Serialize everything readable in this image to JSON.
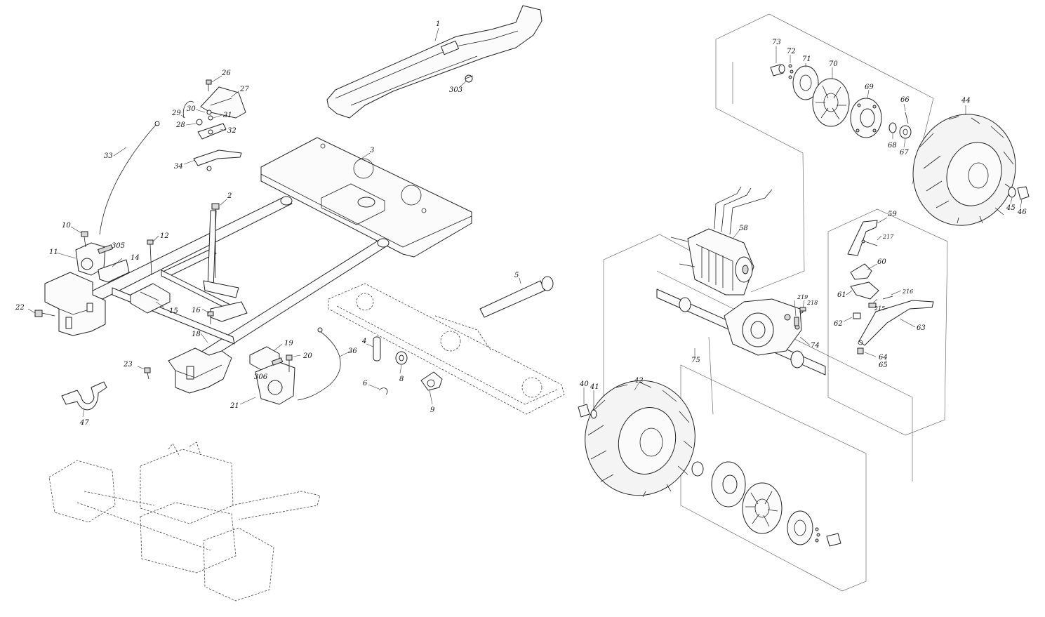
{
  "callouts": {
    "c1": "1",
    "c2": "2",
    "c3": "3",
    "c4": "4",
    "c5": "5",
    "c6": "6",
    "c8": "8",
    "c9": "9",
    "c10": "10",
    "c11": "11",
    "c12": "12",
    "c14": "14",
    "c15": "15",
    "c16": "16",
    "c18": "18",
    "c19": "19",
    "c20": "20",
    "c21": "21",
    "c22": "22",
    "c23": "23",
    "c26": "26",
    "c27": "27",
    "c28": "28",
    "c29": "29",
    "c30": "30",
    "c31": "31",
    "c32": "32",
    "c33": "33",
    "c34": "34",
    "c36": "36",
    "c40": "40",
    "c41": "41",
    "c42": "42",
    "c44": "44",
    "c45": "45",
    "c46": "46",
    "c47": "47",
    "c58": "58",
    "c59": "59",
    "c60": "60",
    "c61": "61",
    "c62": "62",
    "c63": "63",
    "c64": "64",
    "c65": "65",
    "c66": "66",
    "c67": "67",
    "c68": "68",
    "c69": "69",
    "c70": "70",
    "c71": "71",
    "c72": "72",
    "c73": "73",
    "c74": "74",
    "c75": "75",
    "c215": "215",
    "c216": "216",
    "c217": "217",
    "c218": "218",
    "c219": "219",
    "c303": "303",
    "c305": "305",
    "c306": "306"
  }
}
